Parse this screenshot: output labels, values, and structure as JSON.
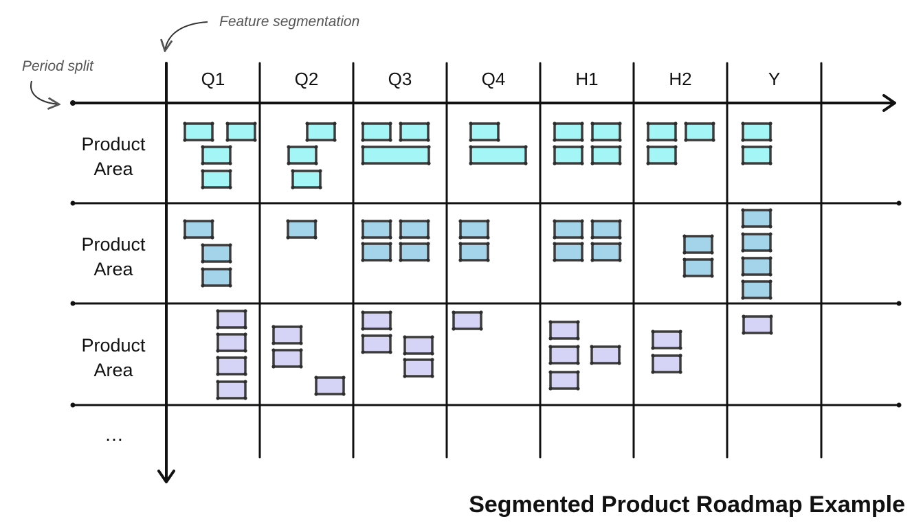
{
  "annotations": {
    "period_split": "Period split",
    "feature_segmentation": "Feature segmentation"
  },
  "title": "Segmented Product Roadmap Example",
  "periods": [
    "Q1",
    "Q2",
    "Q3",
    "Q4",
    "H1",
    "H2",
    "Y"
  ],
  "rows": [
    {
      "label": [
        "Product",
        "Area"
      ],
      "color": "#a3f5f6"
    },
    {
      "label": [
        "Product",
        "Area"
      ],
      "color": "#a3d4ea"
    },
    {
      "label": [
        "Product",
        "Area"
      ],
      "color": "#d5d3f6"
    }
  ],
  "ellipsis": "…",
  "colors": {
    "line": "#111111",
    "card_border": "#3c3c3c",
    "annotation_text": "#555555"
  }
}
